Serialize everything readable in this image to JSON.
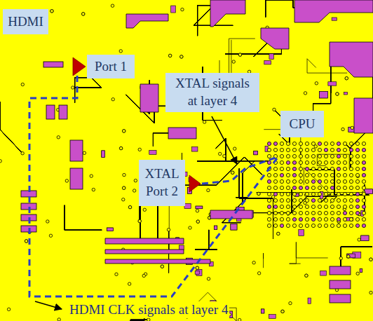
{
  "diagram": {
    "nodes": [
      {
        "text": [
          "HDMI"
        ]
      },
      {
        "text": [
          "Port 1"
        ]
      },
      {
        "text": [
          "XTAL signals at layer 4"
        ]
      },
      {
        "text": [
          "CPU"
        ]
      },
      {
        "text": [
          "XTAL Port 2"
        ]
      }
    ],
    "labels": [
      "HDMI CLK signals at layer 4"
    ]
  }
}
